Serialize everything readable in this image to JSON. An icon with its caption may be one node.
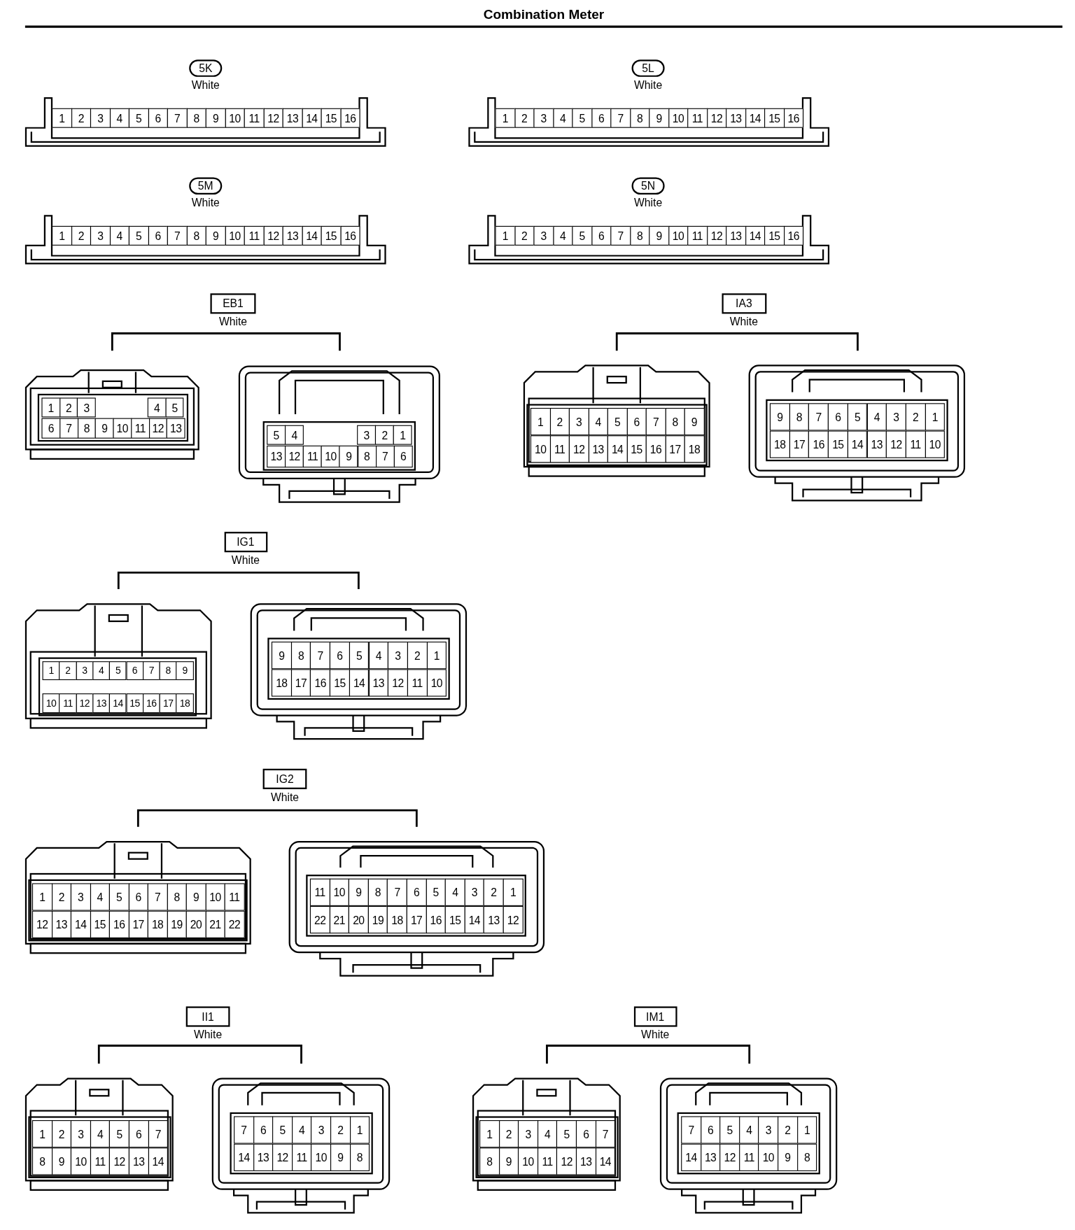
{
  "diagram": {
    "title": "Combination Meter",
    "nodes": [
      {
        "text": [
          "5K"
        ],
        "beside": [
          "White"
        ]
      },
      {
        "text": [
          "1",
          "2",
          "3",
          "4",
          "5",
          "6",
          "7",
          "8",
          "9",
          "10",
          "11",
          "12",
          "13",
          "14",
          "15",
          "16"
        ]
      },
      {
        "text": [
          "5L"
        ],
        "beside": [
          "White"
        ]
      },
      {
        "text": [
          "1",
          "2",
          "3",
          "4",
          "5",
          "6",
          "7",
          "8",
          "9",
          "10",
          "11",
          "12",
          "13",
          "14",
          "15",
          "16"
        ]
      },
      {
        "text": [
          "5M"
        ],
        "beside": [
          "White"
        ]
      },
      {
        "text": [
          "1",
          "2",
          "3",
          "4",
          "5",
          "6",
          "7",
          "8",
          "9",
          "10",
          "11",
          "12",
          "13",
          "14",
          "15",
          "16"
        ]
      },
      {
        "text": [
          "5N"
        ],
        "beside": [
          "White"
        ]
      },
      {
        "text": [
          "1",
          "2",
          "3",
          "4",
          "5",
          "6",
          "7",
          "8",
          "9",
          "10",
          "11",
          "12",
          "13",
          "14",
          "15",
          "16"
        ]
      },
      {
        "text": [
          "EB1"
        ],
        "beside": [
          "White"
        ]
      },
      {
        "text": [
          "1",
          "2",
          "3",
          "4",
          "5",
          "6",
          "7",
          "8",
          "9",
          "10",
          "11",
          "12",
          "13"
        ]
      },
      {
        "text": [
          "5",
          "4",
          "3",
          "2",
          "1",
          "13",
          "12",
          "11",
          "10",
          "9",
          "8",
          "7",
          "6"
        ]
      },
      {
        "text": [
          "IA3"
        ],
        "beside": [
          "White"
        ]
      },
      {
        "text": [
          "1",
          "2",
          "3",
          "4",
          "5",
          "6",
          "7",
          "8",
          "9",
          "10",
          "11",
          "12",
          "13",
          "14",
          "15",
          "16",
          "17",
          "18"
        ]
      },
      {
        "text": [
          "9",
          "8",
          "7",
          "6",
          "5",
          "4",
          "3",
          "2",
          "1",
          "18",
          "17",
          "16",
          "15",
          "14",
          "13",
          "12",
          "11",
          "10"
        ]
      },
      {
        "text": [
          "IG1"
        ],
        "beside": [
          "White"
        ]
      },
      {
        "text": [
          "1",
          "2",
          "3",
          "4",
          "5",
          "6",
          "7",
          "8",
          "9",
          "10",
          "11",
          "12",
          "13",
          "14",
          "15",
          "16",
          "17",
          "18"
        ]
      },
      {
        "text": [
          "9",
          "8",
          "7",
          "6",
          "5",
          "4",
          "3",
          "2",
          "1",
          "18",
          "17",
          "16",
          "15",
          "14",
          "13",
          "12",
          "11",
          "10"
        ]
      },
      {
        "text": [
          "IG2"
        ],
        "beside": [
          "White"
        ]
      },
      {
        "text": [
          "1",
          "2",
          "3",
          "4",
          "5",
          "6",
          "7",
          "8",
          "9",
          "10",
          "11",
          "12",
          "13",
          "14",
          "15",
          "16",
          "17",
          "18",
          "19",
          "20",
          "21",
          "22"
        ]
      },
      {
        "text": [
          "11",
          "10",
          "9",
          "8",
          "7",
          "6",
          "5",
          "4",
          "3",
          "2",
          "1",
          "22",
          "21",
          "20",
          "19",
          "18",
          "17",
          "16",
          "15",
          "14",
          "13",
          "12"
        ]
      },
      {
        "text": [
          "II1"
        ],
        "beside": [
          "White"
        ]
      },
      {
        "text": [
          "1",
          "2",
          "3",
          "4",
          "5",
          "6",
          "7",
          "8",
          "9",
          "10",
          "11",
          "12",
          "13",
          "14"
        ]
      },
      {
        "text": [
          "7",
          "6",
          "5",
          "4",
          "3",
          "2",
          "1",
          "14",
          "13",
          "12",
          "11",
          "10",
          "9",
          "8"
        ]
      },
      {
        "text": [
          "IM1"
        ],
        "beside": [
          "White"
        ]
      },
      {
        "text": [
          "1",
          "2",
          "3",
          "4",
          "5",
          "6",
          "7",
          "8",
          "9",
          "10",
          "11",
          "12",
          "13",
          "14"
        ]
      },
      {
        "text": [
          "7",
          "6",
          "5",
          "4",
          "3",
          "2",
          "1",
          "14",
          "13",
          "12",
          "11",
          "10",
          "9",
          "8"
        ]
      }
    ]
  }
}
